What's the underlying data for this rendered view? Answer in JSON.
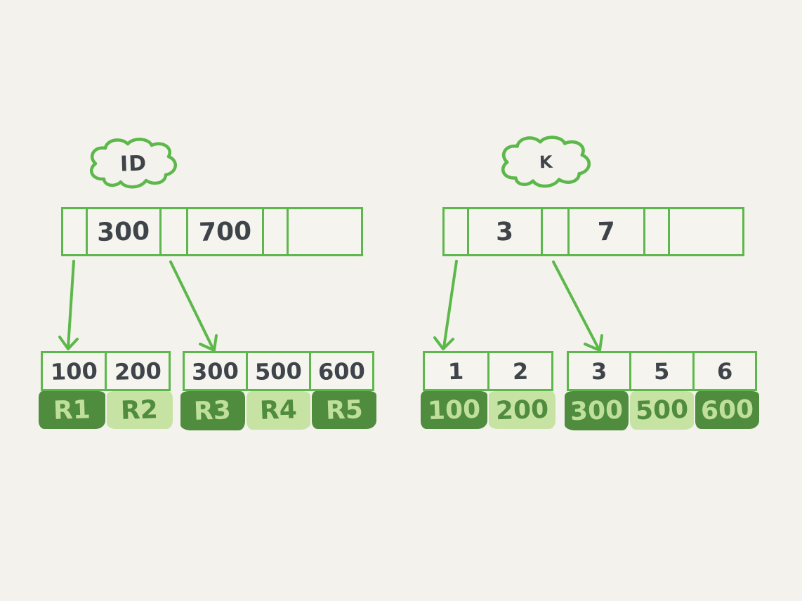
{
  "diagram": {
    "description_colors": {
      "background": "#f4f2ec",
      "stroke_green": "#5cb84b",
      "dark_fill": "#4f8c3d",
      "light_fill": "#c7e3a4",
      "text_dark": "#3e444a",
      "text_on_dark": "#bfdf9b",
      "text_on_light": "#4f8c3d"
    },
    "left_tree": {
      "cloud_label": "ID",
      "root_cells": [
        "",
        "300",
        "",
        "700",
        "",
        ""
      ],
      "leaves": [
        {
          "keys": [
            "100",
            "200"
          ],
          "values": [
            "R1",
            "R2"
          ],
          "value_shades": [
            "dark",
            "light"
          ]
        },
        {
          "keys": [
            "300",
            "500",
            "600"
          ],
          "values": [
            "R3",
            "R4",
            "R5"
          ],
          "value_shades": [
            "dark",
            "light",
            "dark"
          ]
        }
      ]
    },
    "right_tree": {
      "cloud_label": "K",
      "root_cells": [
        "",
        "3",
        "",
        "7",
        "",
        ""
      ],
      "leaves": [
        {
          "keys": [
            "1",
            "2"
          ],
          "values": [
            "100",
            "200"
          ],
          "value_shades": [
            "dark",
            "light"
          ]
        },
        {
          "keys": [
            "3",
            "5",
            "6"
          ],
          "values": [
            "300",
            "500",
            "600"
          ],
          "value_shades": [
            "dark",
            "light",
            "dark"
          ]
        }
      ]
    }
  }
}
